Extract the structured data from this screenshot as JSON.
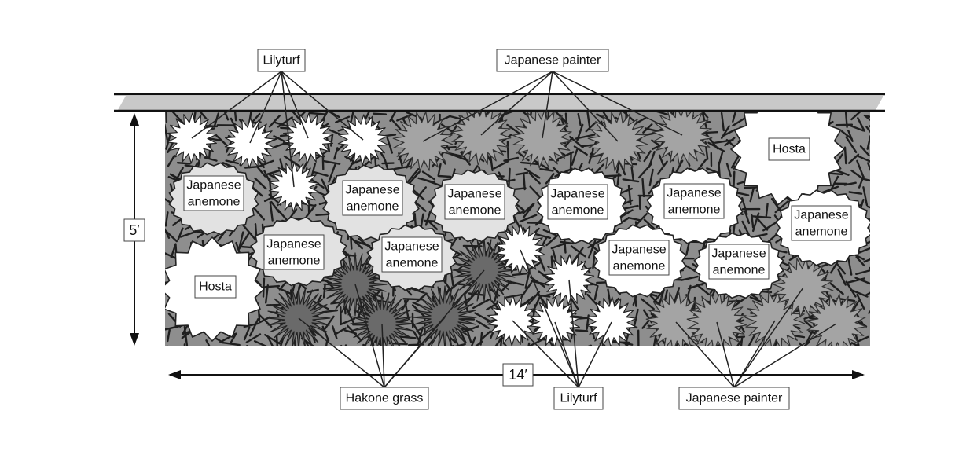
{
  "labels": {
    "lilyturf_top": "Lilyturf",
    "painter_top": "Japanese painter",
    "hosta_left": "Hosta",
    "hosta_right": "Hosta",
    "hakone_bottom": "Hakone grass",
    "lilyturf_bottom": "Lilyturf",
    "painter_bottom": "Japanese painter",
    "anemone_line1": "Japanese",
    "anemone_line2": "anemone"
  },
  "dimensions": {
    "height": "5′",
    "width": "14′"
  },
  "colors": {
    "bed_fill": "#8e8e8e",
    "anemone_fill_grey": "#e2e2e2",
    "anemone_fill_white": "#ffffff",
    "lilyturf_white": "#ffffff",
    "painter_grey": "#a4a4a4",
    "hakone_dark": "#6a6a6a",
    "wall_fill": "#c9c9c9",
    "line": "#111111"
  }
}
